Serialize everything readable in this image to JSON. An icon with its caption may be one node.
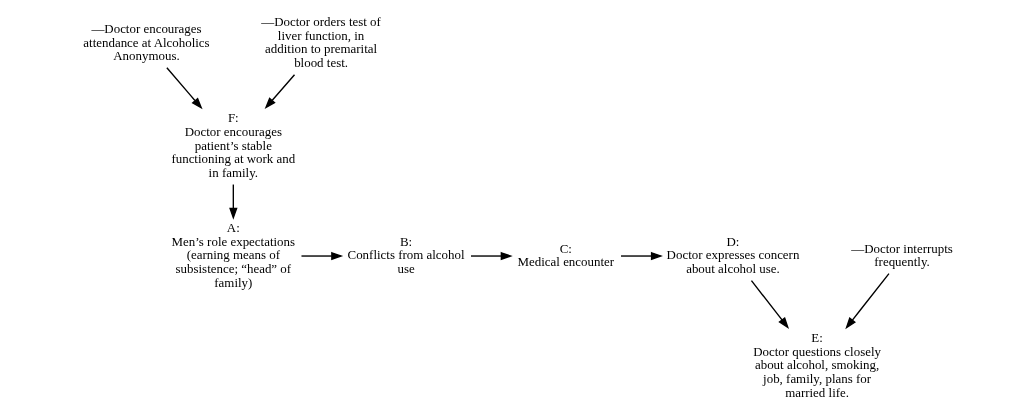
{
  "diagram": {
    "nodes": [
      {
        "text": [
          "A:",
          "Men’s role expectations (earning means of subsistence; “head” of family)"
        ]
      },
      {
        "text": [
          "B:",
          "Conflicts from alcohol use"
        ]
      },
      {
        "text": [
          "C:",
          "Medical encounter"
        ]
      },
      {
        "text": [
          "D:",
          "Doctor expresses concern about alcohol use."
        ]
      },
      {
        "text": [
          "E:",
          "Doctor questions closely about alcohol, smoking, job, family, plans for married life."
        ]
      },
      {
        "text": [
          "—Doctor interrupts frequently."
        ]
      },
      {
        "text": [
          "F:",
          "Doctor encourages patient’s stable functioning at work and in family."
        ]
      },
      {
        "text": [
          "—Doctor encourages attendance at Alcoholics Anonymous."
        ]
      },
      {
        "text": [
          "—Doctor orders test of liver function, in addition to premarital blood test."
        ]
      }
    ],
    "edges": [
      {
        "from": 0,
        "to": 1,
        "arrow": "to"
      },
      {
        "from": 1,
        "to": 2,
        "arrow": "to"
      },
      {
        "from": 2,
        "to": 3,
        "arrow": "to"
      },
      {
        "from": 3,
        "to": 4,
        "arrow": "to"
      },
      {
        "from": 5,
        "to": 4,
        "arrow": "to"
      },
      {
        "from": 7,
        "to": 6,
        "arrow": "to"
      },
      {
        "from": 8,
        "to": 6,
        "arrow": "to"
      },
      {
        "from": 6,
        "to": 0,
        "arrow": "to"
      }
    ]
  }
}
